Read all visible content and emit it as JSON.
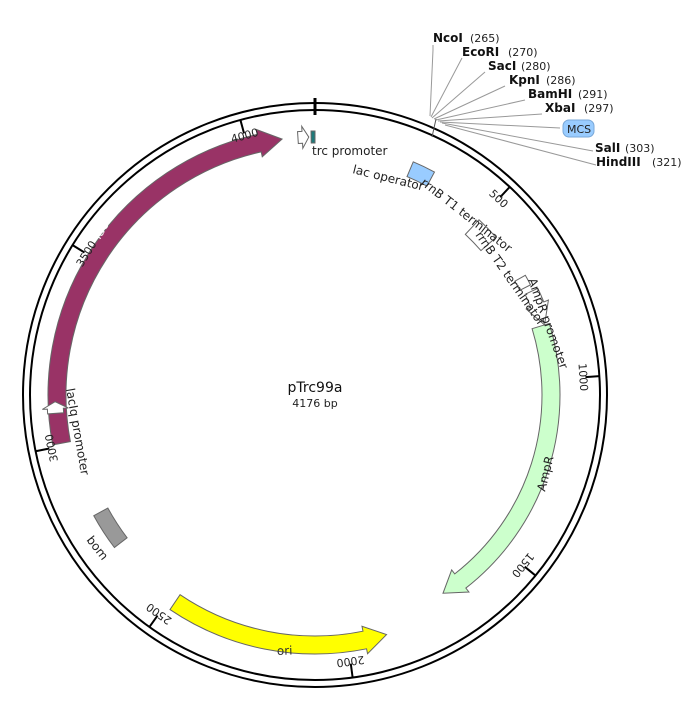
{
  "plasmid": {
    "name": "pTrc99a",
    "length_label": "4176 bp",
    "length_bp": 4176
  },
  "features": [
    {
      "id": "laci",
      "label": "lacI",
      "start": 3007,
      "end": 4091,
      "direction": "cw",
      "color": "#993366",
      "label_inside": true,
      "text_color": "#ffffff"
    },
    {
      "id": "ampr",
      "label": "AmpR",
      "start": 847,
      "end": 1707,
      "direction": "cw",
      "color": "#ccffcc",
      "label_inside": false
    },
    {
      "id": "ori",
      "label": "ori",
      "start": 1895,
      "end": 2483,
      "direction": "ccw",
      "color": "#ffff00",
      "label_inside": true,
      "text_color": "#333333"
    },
    {
      "id": "bom",
      "label": "bom",
      "start": 2700,
      "end": 2800,
      "direction": "none",
      "color": "#999999",
      "label_inside": true,
      "text_color": "#222222"
    },
    {
      "id": "trc-promoter",
      "label": "trc promoter",
      "start": 4132,
      "end": 4160,
      "direction": "cw",
      "color": "#ffffff",
      "label_inside": false
    },
    {
      "id": "lac-operator",
      "label": "lac operator",
      "start": 4166,
      "end": 4176,
      "direction": "none",
      "color": "#1f7a7a",
      "label_inside": false
    },
    {
      "id": "mcs",
      "label": "MCS",
      "start": 265,
      "end": 327,
      "direction": "none",
      "color": "#99ccff",
      "label_inside": false
    },
    {
      "id": "rrnb-t1",
      "label": "rrnB T1 terminator",
      "start": 500,
      "end": 568,
      "direction": "none",
      "color": "#ffffff",
      "label_inside": false
    },
    {
      "id": "rrnb-t2",
      "label": "rrnB T2 terminator",
      "start": 700,
      "end": 730,
      "direction": "none",
      "color": "#ffffff",
      "label_inside": false
    },
    {
      "id": "ampr-promoter",
      "label": "AmpR promoter",
      "start": 747,
      "end": 847,
      "direction": "cw",
      "color": "#ffffff",
      "label_inside": false
    },
    {
      "id": "laciq-promoter",
      "label": "lacIq promoter",
      "start": 3085,
      "end": 3115,
      "direction": "cw",
      "color": "#ffffff",
      "label_inside": false
    }
  ],
  "ticks": [
    "500",
    "1000",
    "1500",
    "2000",
    "2500",
    "3000",
    "3500",
    "4000"
  ],
  "tick_values": [
    500,
    1000,
    1500,
    2000,
    2500,
    3000,
    3500,
    4000
  ],
  "restriction_sites": [
    {
      "name": "NcoI",
      "pos": "(265)"
    },
    {
      "name": "EcoRI",
      "pos": "(270)"
    },
    {
      "name": "SacI",
      "pos": "(280)"
    },
    {
      "name": "KpnI",
      "pos": "(286)"
    },
    {
      "name": "BamHI",
      "pos": "(291)"
    },
    {
      "name": "XbaI",
      "pos": "(297)"
    },
    {
      "name": "SalI",
      "pos": "(303)"
    },
    {
      "name": "HindIII",
      "pos": "(321)"
    }
  ],
  "colors": {
    "backbone": "#000000",
    "laci": "#993366",
    "ampr": "#ccffcc",
    "ori": "#ffff00",
    "bom": "#999999",
    "mcs": "#99ccff",
    "lac_operator": "#1f7a7a"
  }
}
